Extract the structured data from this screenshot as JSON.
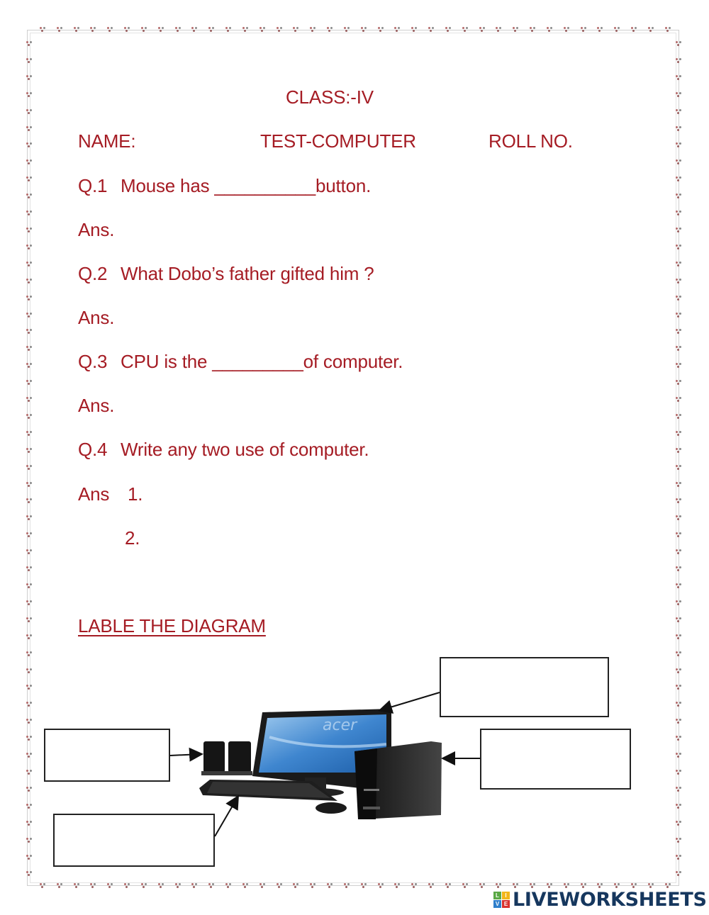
{
  "worksheet": {
    "class_line": "CLASS:-IV",
    "header": {
      "name_label": "NAME:",
      "test_title": "TEST-COMPUTER",
      "roll_label": "ROLL NO."
    },
    "questions": [
      {
        "number": "Q.1",
        "text": "Mouse has __________button.",
        "answer_label": "Ans."
      },
      {
        "number": "Q.2",
        "text": "What Dobo’s father gifted him ?",
        "answer_label": "Ans."
      },
      {
        "number": "Q.3",
        "text": "CPU is the _________of computer.",
        "answer_label": "Ans."
      },
      {
        "number": "Q.4",
        "text": "Write any two use of computer.",
        "answer_label": "Ans",
        "answer_items": [
          "1.",
          "2."
        ]
      }
    ],
    "diagram": {
      "heading": "LABLE THE DIAGRAM",
      "image_alt": "Desktop computer set with monitor, CPU tower, keyboard, mouse and speakers",
      "monitor_brand": "acer",
      "label_boxes": [
        {
          "id": "monitor",
          "value": ""
        },
        {
          "id": "speakers",
          "value": ""
        },
        {
          "id": "cpu",
          "value": ""
        },
        {
          "id": "keyboard",
          "value": ""
        }
      ]
    }
  },
  "footer": {
    "brand": "LIVEWORKSHEETS",
    "logo_letters": [
      "L",
      "I",
      "V",
      "E"
    ]
  },
  "colors": {
    "text": "#a51c24",
    "brand": "#16375e",
    "logo_tiles": [
      "#5aa845",
      "#f2b61b",
      "#2f7fcb",
      "#d8322f"
    ]
  }
}
